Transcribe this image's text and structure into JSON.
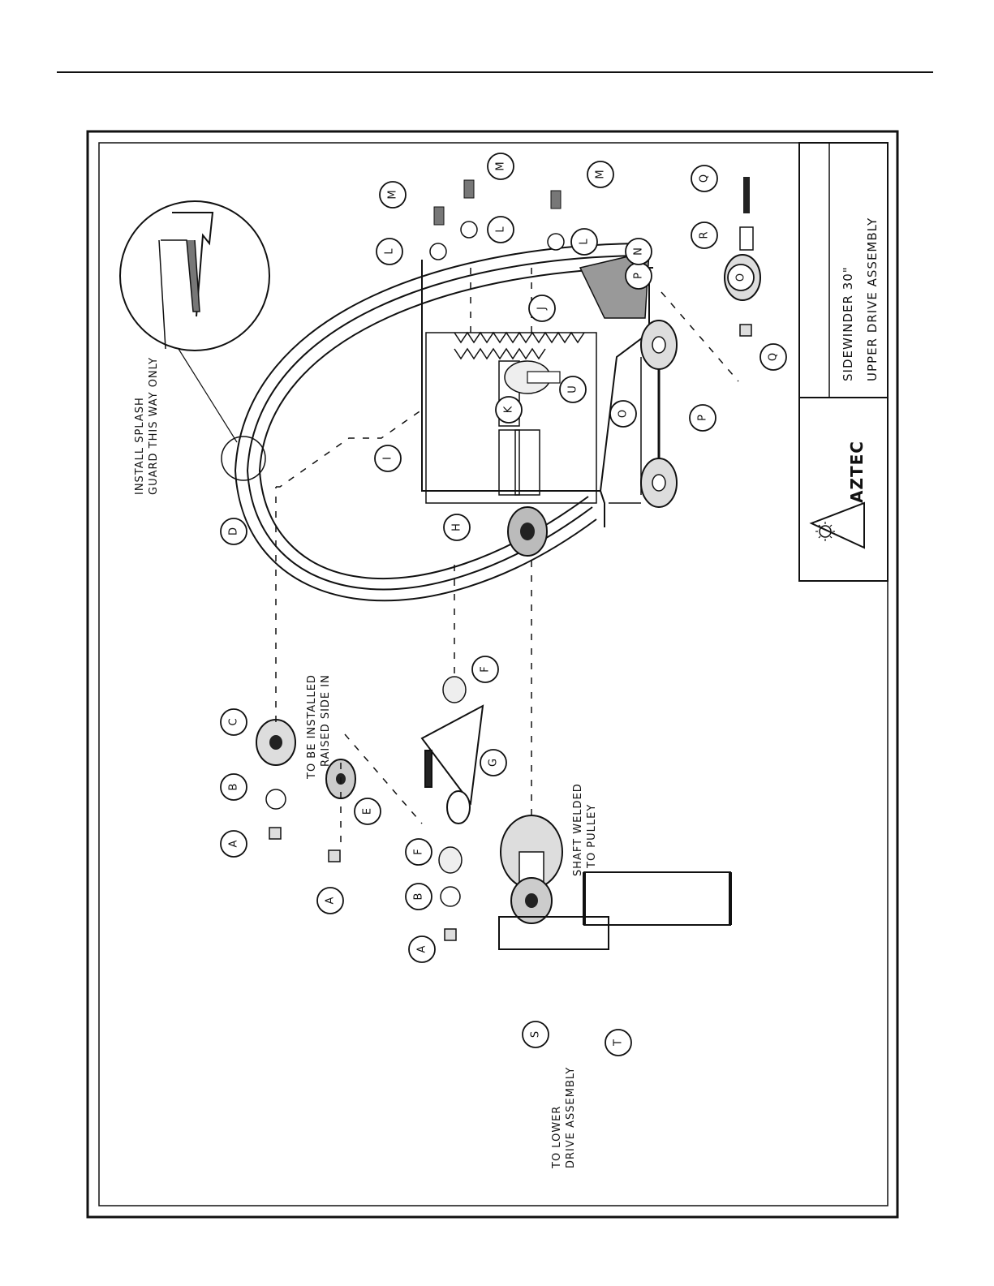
{
  "title_block": {
    "line1": "SIDEWINDER 30\"",
    "line2": "UPPER DRIVE ASSEMBLY",
    "logo_text": "AZTEC"
  },
  "notes": {
    "splash_line1": "INSTALL SPLASH",
    "splash_line2": "GUARD THIS WAY ONLY",
    "raised_line1": "TO BE INSTALLED",
    "raised_line2": "RAISED SIDE IN",
    "shaft_line1": "SHAFT WELDED",
    "shaft_line2": "TO PULLEY",
    "lower_line1": "TO LOWER",
    "lower_line2": "DRIVE ASSEMBLY"
  },
  "callouts": [
    {
      "id": "A1",
      "letter": "A"
    },
    {
      "id": "B1",
      "letter": "B"
    },
    {
      "id": "C1",
      "letter": "C"
    },
    {
      "id": "D1",
      "letter": "D"
    },
    {
      "id": "E1",
      "letter": "E"
    },
    {
      "id": "A2",
      "letter": "A"
    },
    {
      "id": "F1",
      "letter": "F"
    },
    {
      "id": "B2",
      "letter": "B"
    },
    {
      "id": "A3",
      "letter": "A"
    },
    {
      "id": "F2",
      "letter": "F"
    },
    {
      "id": "G1",
      "letter": "G"
    },
    {
      "id": "H1",
      "letter": "H"
    },
    {
      "id": "I1",
      "letter": "I"
    },
    {
      "id": "J1",
      "letter": "J"
    },
    {
      "id": "K1",
      "letter": "K"
    },
    {
      "id": "U1",
      "letter": "U"
    },
    {
      "id": "O1",
      "letter": "O"
    },
    {
      "id": "P1",
      "letter": "P"
    },
    {
      "id": "P2",
      "letter": "P"
    },
    {
      "id": "N1",
      "letter": "N"
    },
    {
      "id": "L1",
      "letter": "L"
    },
    {
      "id": "L2",
      "letter": "L"
    },
    {
      "id": "L3",
      "letter": "L"
    },
    {
      "id": "M1",
      "letter": "M"
    },
    {
      "id": "M2",
      "letter": "M"
    },
    {
      "id": "M3",
      "letter": "M"
    },
    {
      "id": "Q1",
      "letter": "Q"
    },
    {
      "id": "R1",
      "letter": "R"
    },
    {
      "id": "O2",
      "letter": "O"
    },
    {
      "id": "Q2",
      "letter": "Q"
    },
    {
      "id": "S1",
      "letter": "S"
    },
    {
      "id": "T1",
      "letter": "T"
    }
  ]
}
